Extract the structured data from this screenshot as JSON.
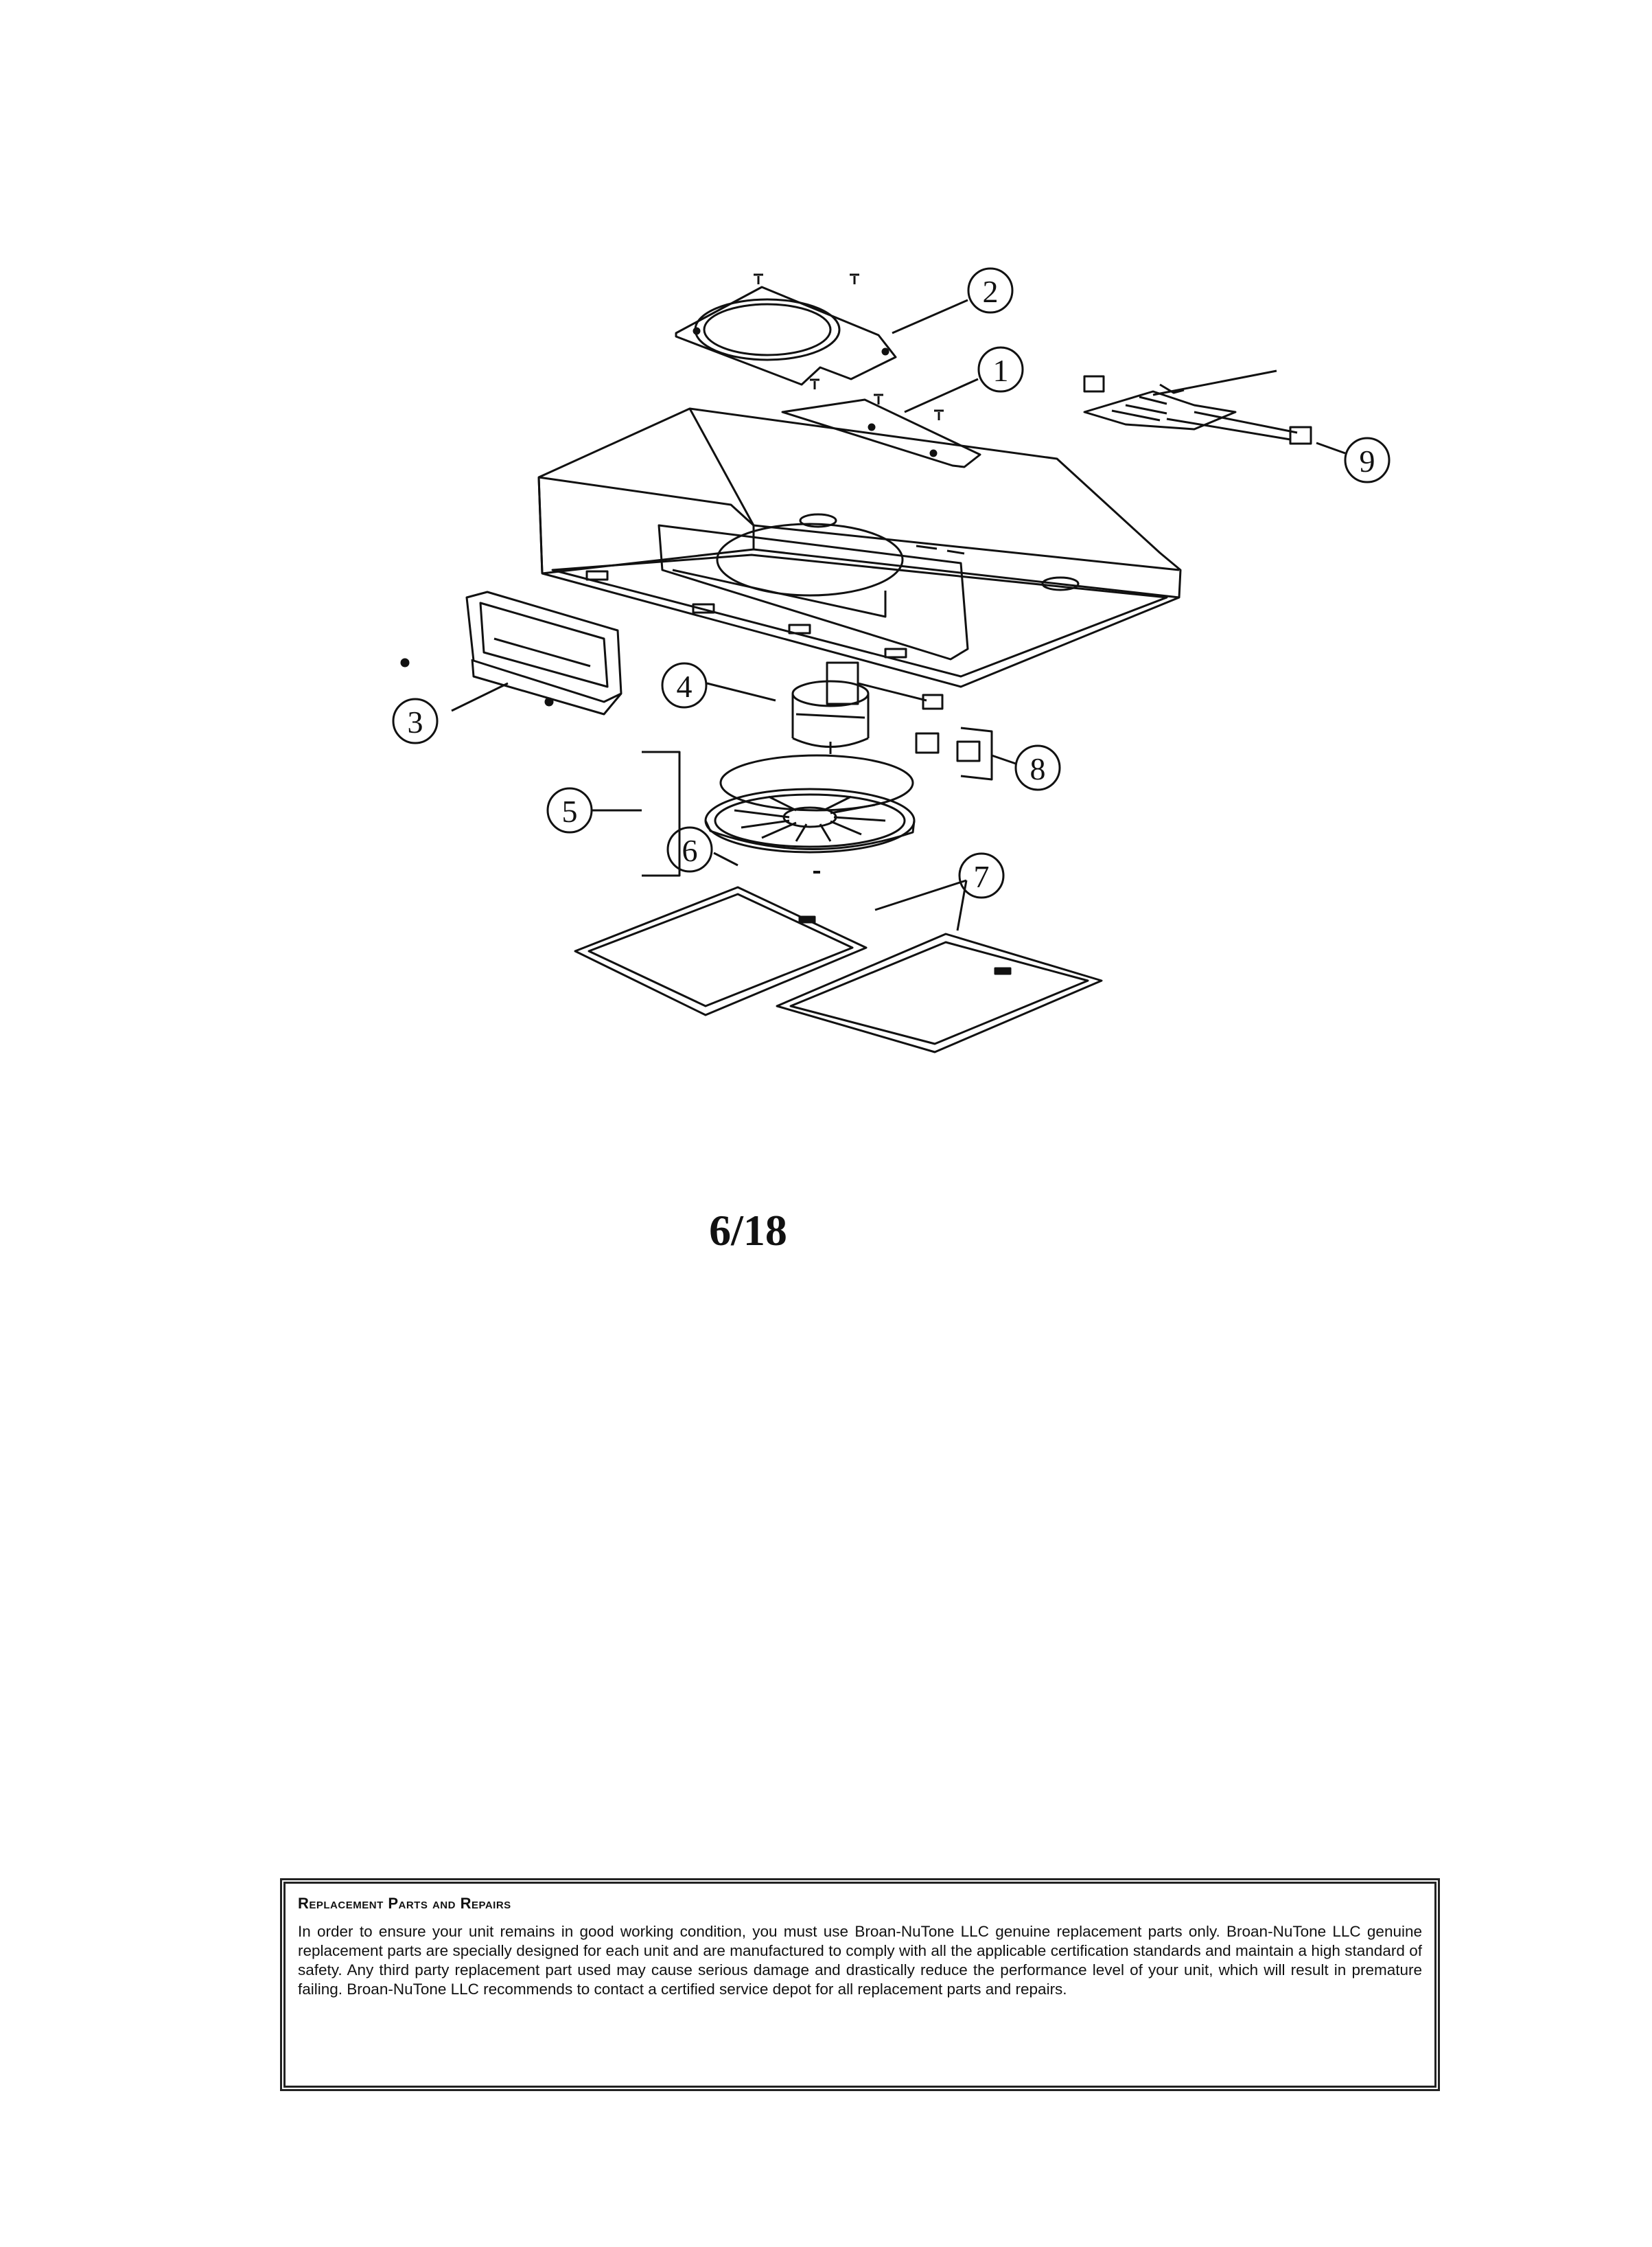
{
  "callouts": {
    "c1": "1",
    "c2": "2",
    "c3": "3",
    "c4": "4",
    "c5": "5",
    "c6": "6",
    "c7": "7",
    "c8": "8",
    "c9": "9"
  },
  "page_number": "6/18",
  "notice": {
    "title": "Replacement Parts and Repairs",
    "body": "In order to ensure your unit remains in good working condition, you must use Broan-NuTone LLC genuine replacement parts only. Broan-NuTone LLC genuine replacement parts are specially designed for each unit and are manufactured to comply with all the applicable certification standards and maintain a high standard of safety. Any third party replacement part used may cause serious damage and drastically reduce the performance level of your unit, which will result in premature failing. Broan-NuTone LLC recommends to contact a certified service depot for all replacement parts and repairs."
  }
}
